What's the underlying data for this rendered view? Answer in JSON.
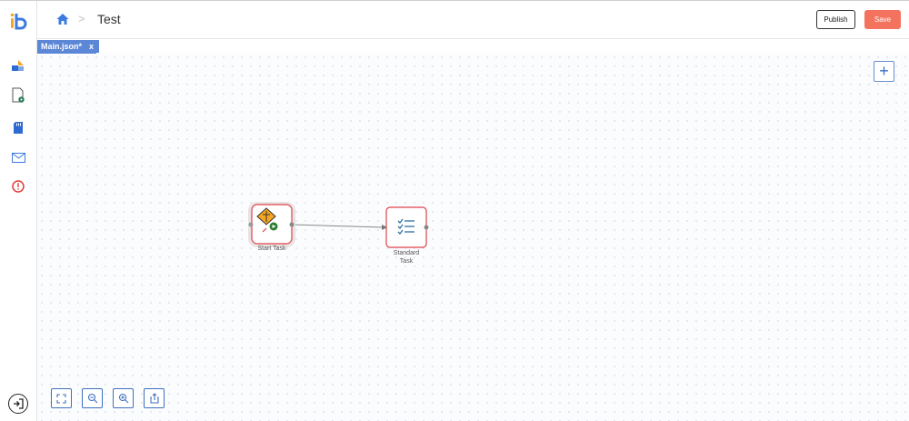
{
  "header": {
    "title": "Test",
    "breadcrumb_separator": ">",
    "publish_label": "Publish",
    "save_label": "Save"
  },
  "tabs": [
    {
      "label": "Main.json*",
      "close": "x",
      "active": true
    }
  ],
  "sidebar": {
    "items": [
      {
        "icon": "shapes-icon"
      },
      {
        "icon": "document-settings-icon"
      },
      {
        "icon": "sd-card-icon"
      },
      {
        "icon": "mail-icon"
      },
      {
        "icon": "alert-icon"
      }
    ],
    "logout_icon": "logout-icon"
  },
  "canvas": {
    "add_button": "+",
    "nodes": [
      {
        "id": "start",
        "label": "Start Task",
        "icon": "start-task-icon"
      },
      {
        "id": "standard",
        "label": "Standard\nTask",
        "icon": "checklist-icon"
      }
    ],
    "edges": [
      {
        "from": "start",
        "to": "standard"
      }
    ],
    "controls": [
      "fit-screen-icon",
      "zoom-out-icon",
      "zoom-in-icon",
      "export-icon"
    ]
  },
  "colors": {
    "accent": "#5b87d6",
    "save": "#f4735f",
    "node_border": "#e0424a",
    "alert": "#e53935"
  }
}
